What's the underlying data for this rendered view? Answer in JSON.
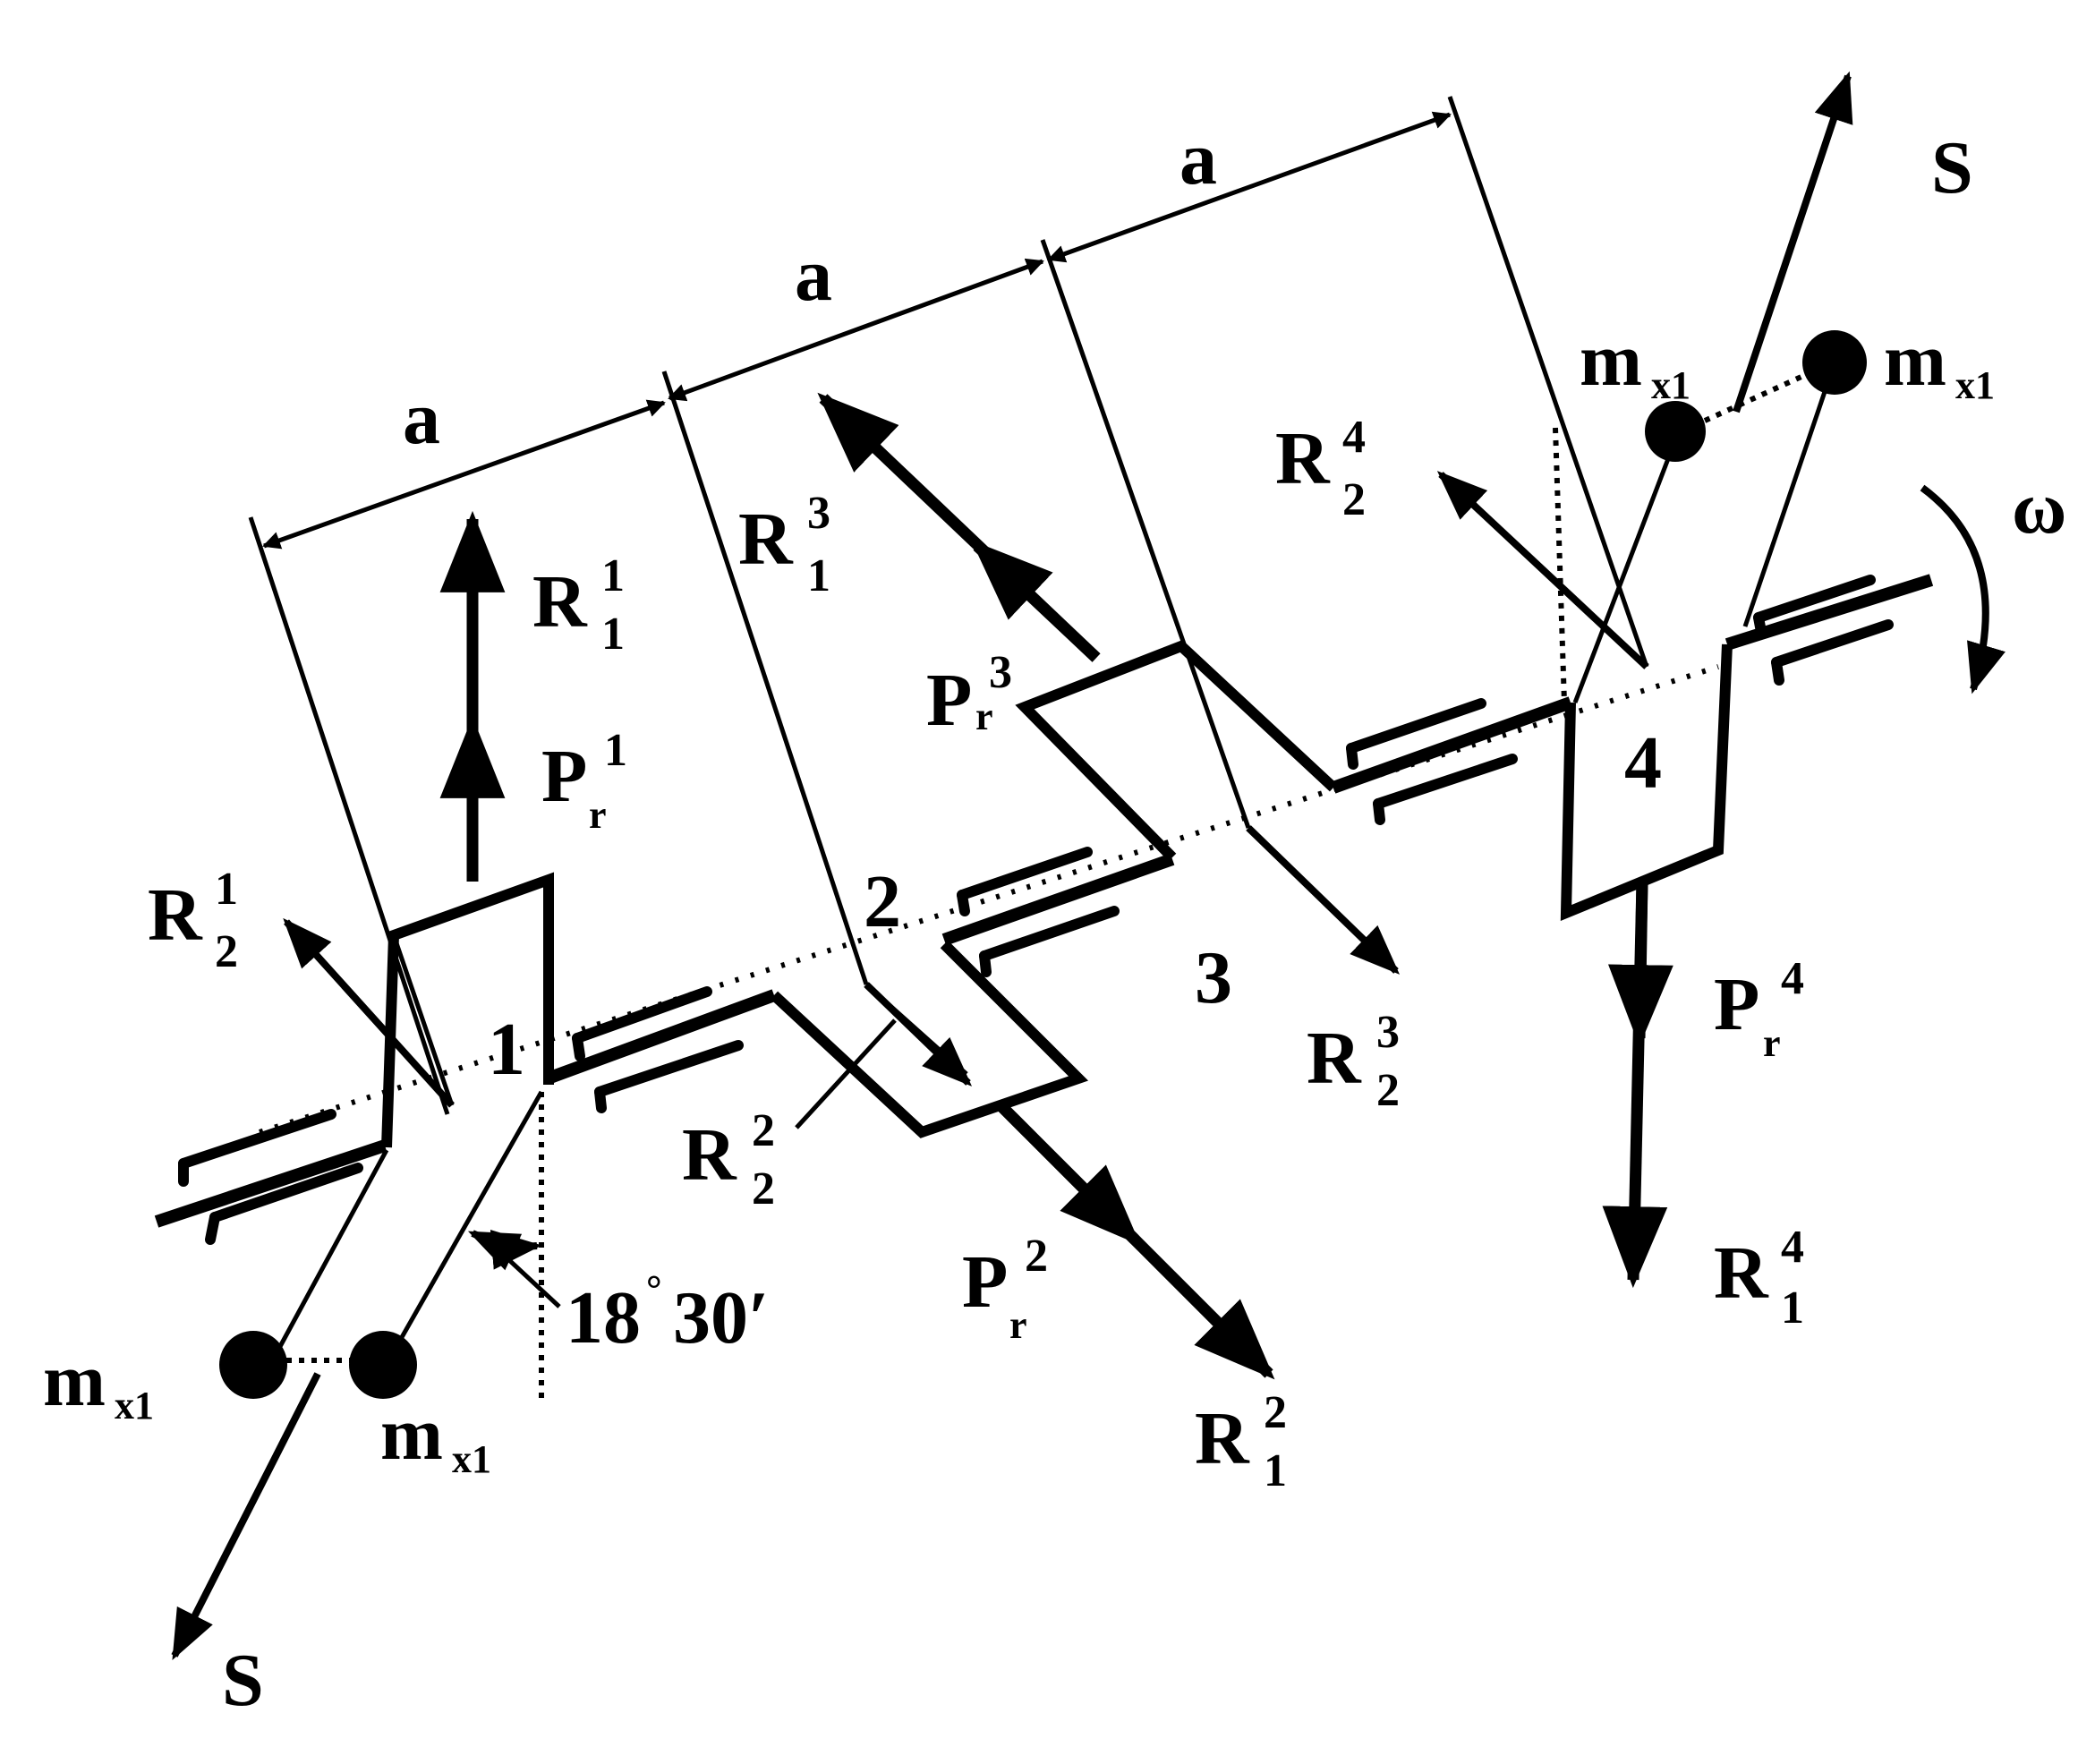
{
  "dimension": {
    "label": "a"
  },
  "crank_numbers": {
    "n1": "1",
    "n2": "2",
    "n3": "3",
    "n4": "4"
  },
  "angle_label": {
    "deg": "18",
    "deg_sign": "°",
    "min": "30′"
  },
  "rotation_label": "ω",
  "force_S": {
    "main": "S"
  },
  "mass": {
    "main": "m",
    "sub": "x1"
  },
  "R": "R",
  "P": "P",
  "r_sub": "r",
  "idx": {
    "one": "1",
    "two": "2",
    "three": "3",
    "four": "4"
  }
}
